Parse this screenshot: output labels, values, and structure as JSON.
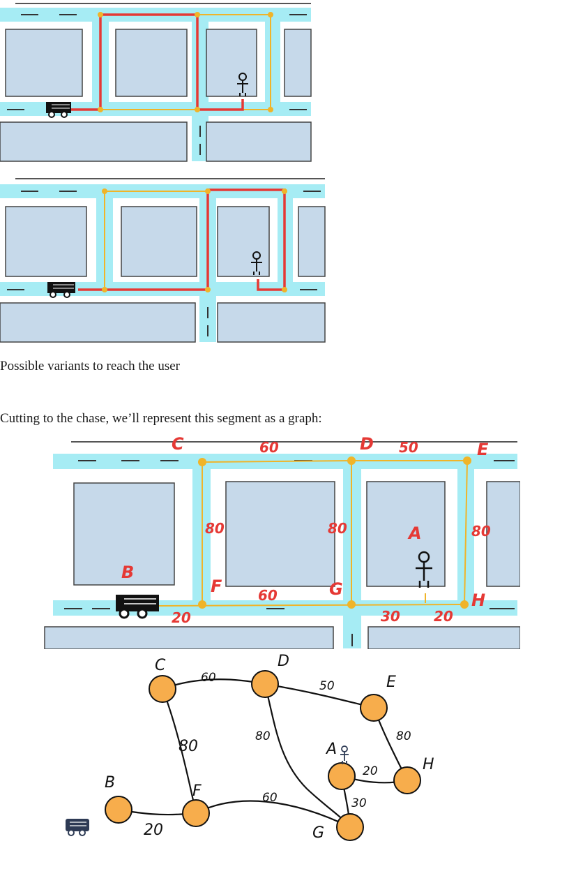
{
  "captions": {
    "variants": "Possible variants to reach the user",
    "intro": "Cutting to the chase, we’ll represent this segment as a graph:"
  },
  "colors": {
    "road": "#a6ecf4",
    "block": "#c6d9ea",
    "route_red": "#e53935",
    "route_yellow": "#f0b429",
    "node": "#f7ad4c"
  },
  "map": {
    "nodes": {
      "c": "C",
      "d": "D",
      "e": "E",
      "b": "B",
      "f": "F",
      "g": "G",
      "h": "H",
      "a": "A"
    },
    "weights": {
      "cd": "60",
      "de": "50",
      "cf": "80",
      "dg": "80",
      "eh": "80",
      "fg": "60",
      "bf": "20",
      "gh": "30",
      "ah": "20"
    }
  },
  "graph": {
    "nodes": {
      "c": "C",
      "d": "D",
      "e": "E",
      "b": "B",
      "f": "F",
      "g": "G",
      "h": "H",
      "a": "A"
    },
    "weights": {
      "cd": "60",
      "de": "50",
      "cf": "80",
      "dg": "80",
      "eh": "80",
      "fg": "60",
      "bf": "20",
      "ga": "30",
      "ah": "20"
    }
  },
  "icons": {
    "truck": "fire-truck-icon",
    "user": "stick-figure-user-icon"
  }
}
